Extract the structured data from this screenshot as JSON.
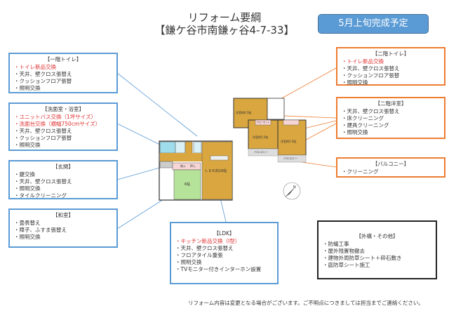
{
  "header": {
    "title_line1": "リフォーム要綱",
    "title_line2": "【鎌ケ谷市南鎌ヶ谷4-7-33】",
    "completion_badge": "5月上旬完成予定"
  },
  "colors": {
    "first_floor": "#5b9bd5",
    "second_floor": "#ed7d31",
    "highlight": "#e03030"
  },
  "boxes": {
    "toilet1": {
      "heading": "【一階トイレ】",
      "items": [
        {
          "text": "・トイレ新品交換",
          "red": true
        },
        {
          "text": "・天井、壁クロス張替え"
        },
        {
          "text": "・クッションフロア張替"
        },
        {
          "text": "・照明交換"
        }
      ]
    },
    "bath": {
      "heading": "【洗面室・浴室】",
      "items": [
        {
          "text": "・ユニットバス交換（1坪サイズ）",
          "red": true
        },
        {
          "text": "・洗面台交換（横幅750cmサイズ）",
          "red": true
        },
        {
          "text": "・天井、壁クロス張替え"
        },
        {
          "text": "・クッションフロア張替"
        },
        {
          "text": "・照明交換"
        }
      ]
    },
    "entrance": {
      "heading": "【玄関】",
      "items": [
        {
          "text": "・鍵交換"
        },
        {
          "text": "・天井、壁クロス張替え"
        },
        {
          "text": "・照明交換"
        },
        {
          "text": "・タイルクリーニング"
        }
      ]
    },
    "washitsu": {
      "heading": "【和室】",
      "items": [
        {
          "text": "・畳表替え"
        },
        {
          "text": "・障子、ふすま張替え"
        },
        {
          "text": "・照明交換"
        }
      ]
    },
    "toilet2": {
      "heading": "【二階トイレ】",
      "items": [
        {
          "text": "・トイレ新品交換",
          "red": true
        },
        {
          "text": "・天井、壁クロス張替え"
        },
        {
          "text": "・クッションフロア張替"
        },
        {
          "text": "・照明交換"
        }
      ]
    },
    "youshitsu2": {
      "heading": "【二階洋室】",
      "items": [
        {
          "text": "・天井、壁クロス張替え"
        },
        {
          "text": "・床クリーニング"
        },
        {
          "text": "・建具クリーニング"
        },
        {
          "text": "・照明交換"
        }
      ]
    },
    "balcony": {
      "heading": "【バルコニー】",
      "items": [
        {
          "text": "・クリーニング"
        }
      ]
    },
    "ldk": {
      "heading": "【LDK】",
      "items": [
        {
          "text": "・キッチン新品交換（I型）",
          "red": true
        },
        {
          "text": "・天井、壁クロス張替え"
        },
        {
          "text": "・フロアタイル重張"
        },
        {
          "text": "・照明交換"
        },
        {
          "text": "・TVモニター付きインターホン設置"
        }
      ]
    },
    "exterior": {
      "heading": "【外構・その他】",
      "items": [
        {
          "text": "・防蟻工事"
        },
        {
          "text": "・屋外残置物撤去"
        },
        {
          "text": "・建物外周防草シート＋砕石敷き"
        },
        {
          "text": "・庭防草シート施工"
        }
      ]
    }
  },
  "floorplan": {
    "ldk": "ＬＤＫ約16帖",
    "washitsu": "6帖",
    "oshiire": "押入",
    "monoire": "物入",
    "room_a": "洋室約6.5帖",
    "room_b": "洋室約5.5帖",
    "room_c": "洋室約5.5帖",
    "closet": "クローゼット",
    "balcony": "バルコニー"
  },
  "footer": "リフォーム内容は変更となる場合がございます。ご不明点につきましては担当までご連絡ください。"
}
